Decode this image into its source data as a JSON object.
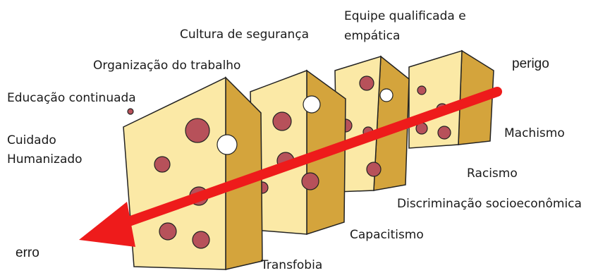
{
  "colors": {
    "cheese_face": "#fbe9a6",
    "cheese_side": "#d4a43c",
    "cheese_outline": "#222222",
    "hole": "#b7515a",
    "arrow": "#ee1b1b"
  },
  "barriers": [
    {
      "label": "Educação continuada"
    },
    {
      "label": "Organização do trabalho"
    },
    {
      "label": "Cultura de segurança"
    },
    {
      "label": "Equipe qualificada e empática"
    }
  ],
  "labels": {
    "humanized_line1": "Cuidado",
    "humanized_line2": "Humanizado",
    "equipe_line1": "Equipe qualificada e",
    "equipe_line2": "empática",
    "hazard": "perigo",
    "error": "erro"
  },
  "failures": [
    {
      "label": "Machismo"
    },
    {
      "label": "Racismo"
    },
    {
      "label": "Discriminação socioeconômica"
    },
    {
      "label": "Capacitismo"
    },
    {
      "label": "Transfobia"
    }
  ]
}
